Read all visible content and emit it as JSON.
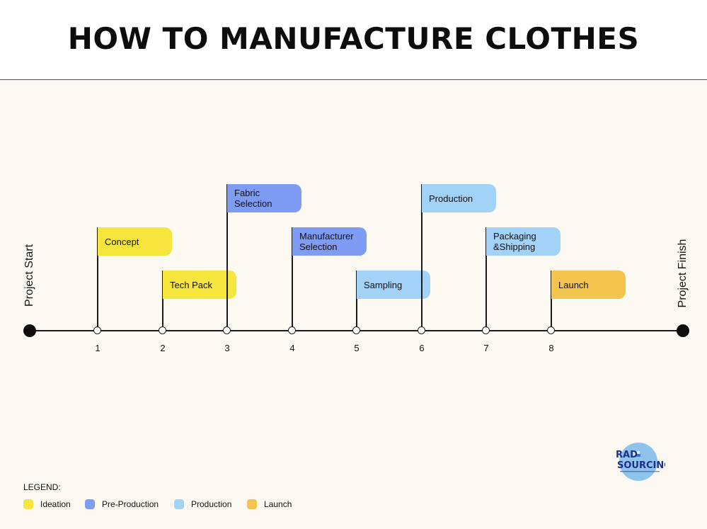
{
  "title": "HOW TO MANUFACTURE CLOTHES",
  "start_label": "Project Start",
  "finish_label": "Project Finish",
  "colors": {
    "ideation": "#f5e53d",
    "pre_production": "#7f9cf5",
    "production": "#a2d2f8",
    "launch": "#f4c44d"
  },
  "steps": [
    {
      "number": "1",
      "label": "Concept",
      "phase": "ideation"
    },
    {
      "number": "2",
      "label": "Tech Pack",
      "phase": "ideation"
    },
    {
      "number": "3",
      "label": "Fabric Selection",
      "phase": "pre_production"
    },
    {
      "number": "4",
      "label": "Manufacturer Selection",
      "phase": "pre_production"
    },
    {
      "number": "5",
      "label": "Sampling",
      "phase": "production"
    },
    {
      "number": "6",
      "label": "Production",
      "phase": "production"
    },
    {
      "number": "7",
      "label": "Packaging &Shipping",
      "phase": "production"
    },
    {
      "number": "8",
      "label": "Launch",
      "phase": "launch"
    }
  ],
  "legend": {
    "title": "LEGEND:",
    "items": [
      {
        "label": "Ideation",
        "phase": "ideation"
      },
      {
        "label": "Pre-Production",
        "phase": "pre_production"
      },
      {
        "label": "Production",
        "phase": "production"
      },
      {
        "label": "Launch",
        "phase": "launch"
      }
    ]
  },
  "logo": {
    "line1": "RAD",
    "line2": "SOURCING"
  }
}
